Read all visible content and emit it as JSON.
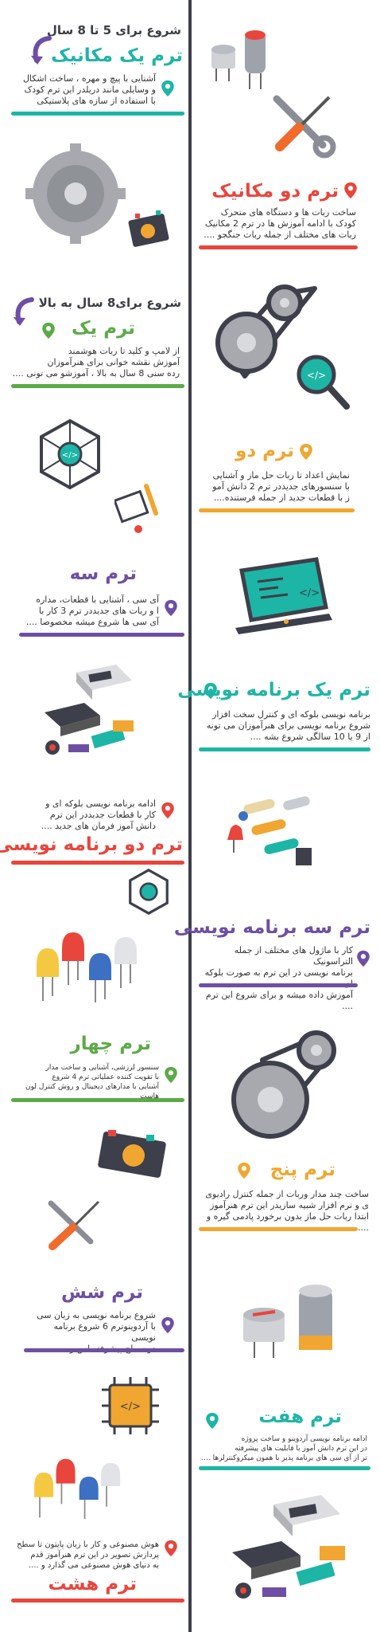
{
  "colors": {
    "teal": "#1db5a6",
    "orange": "#f0a630",
    "red": "#e8453c",
    "purple": "#6e4fa3",
    "green": "#5caa47",
    "dark": "#3d3f4a"
  },
  "sections": [
    {
      "heading": "شروع برای 5 تا 8 سال",
      "title": "ترم یک مکانیک",
      "lines": [
        "آشنایی با پیچ و مهره ، ساخت اشکال",
        "و وسایلی مانند دریلدر این ترم  کودک",
        "با استفاده از سازه های پلاستیکی"
      ]
    },
    {
      "title": "ترم دو مکانیک",
      "lines": [
        "ساخت ربات ها و دستگاه های متحرک",
        "کودک با ادامه آموزش ها در ترم 2 مکانیک",
        "ربات های مختلف از جمله ربات جنگجو ...."
      ]
    },
    {
      "heading": "شروع برای8 سال به بالا",
      "title": "ترم یک",
      "lines": [
        "از لامپ و کلید تا ربات هوشمند",
        "آموزش نقشه خوانی برای هنرآموزان",
        "رده سنی 8 سال به بالا  ،  آموزشو می تونی ...."
      ]
    },
    {
      "title": "ترم دو",
      "lines": [
        "نمایش اعداد تا ربات حل ماز و آشنایی",
        "با سنسورهای جدیددر ترم 2 دانش آمو",
        "ز با قطعات جدید از جمله فرستنده...."
      ]
    },
    {
      "title": "ترم سه",
      "lines": [
        "آی سی ، آشنایی با قطعات، مداره",
        "ا و ربات های جدیددر ترم 3 کار با",
        "آی سی ها شروع میشه مخصوصا ...."
      ]
    },
    {
      "title": "ترم یک برنامه نویسی",
      "lines": [
        "برنامه نویسی بلوکه ای و کنترل سخت افزار",
        "شروع برنامه نویسی برای هنرآموزان می تونه",
        "از 9 یا 10 سالگی شروع بشه ...."
      ]
    },
    {
      "title": "ترم دو برنامه نویسی",
      "lines": [
        "ادامه برنامه نویسی بلوکه ای و",
        "کار با قطعات جدیددر این ترم",
        "دانش آموز فرمان های جدید ...."
      ]
    },
    {
      "title": "ترم سه برنامه نویسی",
      "lines": [
        "کار با ماژول های مختلف از جمله التراسونیک",
        "برنامه نویسی در این ترم به صورت بلوکه ای",
        "آموزش داده میشه و برای شروع این ترم ...."
      ]
    },
    {
      "title": "ترم چهار",
      "lines": [
        "سنسور لرزشی، آشنایی و ساخت مدار",
        "با تقویت کننده عملیاتی ترم 4 شروع",
        "آشنایی با مدارهای دیجیتال و روش کنترل لون هاست"
      ]
    },
    {
      "title": "ترم پنج",
      "lines": [
        "ساخت چند مدار وربات از جمله کنترل رادیوی",
        "ی و نرم افزار شبیه سازیدر این ترم هنرآموز",
        "ابتدا ربات حل ماز بدون برخورد پادمی گیره و ...."
      ]
    },
    {
      "title": "ترم شش",
      "lines": [
        "شروع برنامه نویسی به زبان سی",
        "با آردوینوترم 6 شروع برنامه نویسی",
        "در سطح پیشرفته اس و ...."
      ]
    },
    {
      "title": "ترم هفت",
      "lines": [
        "ادامه برنامه نویسی آردوینو و ساخت پروژه",
        "در این ترم دانش آموز با قابلیت های پیشرفته",
        "تر از آی سی های برنامه پذیر با همون میکروکنترلرها ...."
      ]
    },
    {
      "title": "ترم هشت",
      "lines": [
        "هوش مصنوعی و کار با زبان پایتون تا سطح",
        "پردازش تصویر در این ترم هنرآموز قدم",
        "به دنیای هوش مصنوعی می گذارد و ...."
      ]
    }
  ]
}
